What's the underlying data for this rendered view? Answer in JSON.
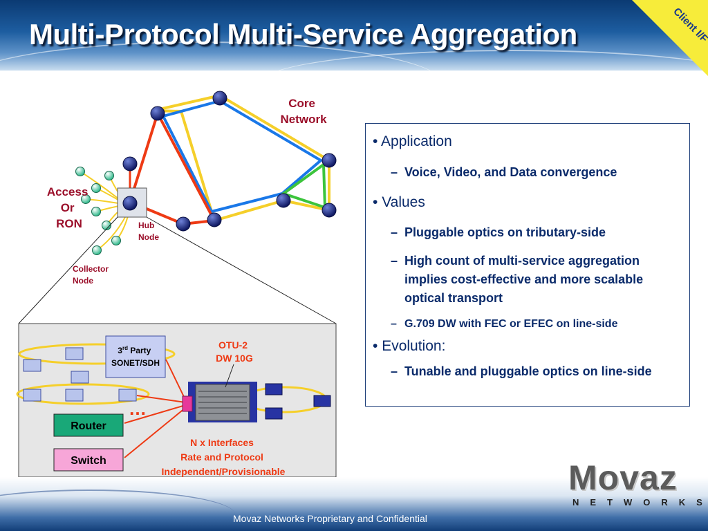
{
  "slide": {
    "title": "Multi-Protocol Multi-Service Aggregation",
    "corner_label": "Client I/F",
    "footer": "Movaz Networks Proprietary and Confidential",
    "logo": {
      "word": "Movaz",
      "tagline": "NETWORKS"
    }
  },
  "network": {
    "core_label": [
      "Core",
      "Network"
    ],
    "access_label": [
      "Access",
      "Or",
      "RON"
    ],
    "hub_label": [
      "Hub",
      "Node"
    ],
    "collector_label": [
      "Collector",
      "Node"
    ]
  },
  "detail": {
    "third_party": {
      "prefix": "3",
      "sup": "rd",
      "suffix": " Party",
      "line2": "SONET/SDH"
    },
    "otu_label": [
      "OTU-2",
      "DW 10G"
    ],
    "router_label": "Router",
    "switch_label": "Switch",
    "ellipsis": "…",
    "interfaces_label": [
      "N x Interfaces",
      "Rate and Protocol",
      "Independent/Provisionable"
    ]
  },
  "info": {
    "bullets": [
      {
        "title": "Application",
        "items": [
          "Voice, Video, and Data convergence"
        ]
      },
      {
        "title": "Values",
        "items": [
          "Pluggable optics on tributary-side",
          "High count of multi-service aggregation implies cost-effective and more scalable optical transport",
          "G.709 DW with FEC or EFEC on line-side"
        ]
      },
      {
        "title": "Evolution:",
        "items": [
          "Tunable and pluggable optics on line-side"
        ]
      }
    ]
  },
  "colors": {
    "accent_red": "#9b0f2a",
    "ring_yellow": "#f5cf2a",
    "ring_blue": "#1a78e8",
    "ring_red": "#ee3a14",
    "ring_green": "#3cc43c",
    "node_navy": "#1d2a80",
    "router_green": "#19a878",
    "switch_pink": "#f7a6d8"
  }
}
